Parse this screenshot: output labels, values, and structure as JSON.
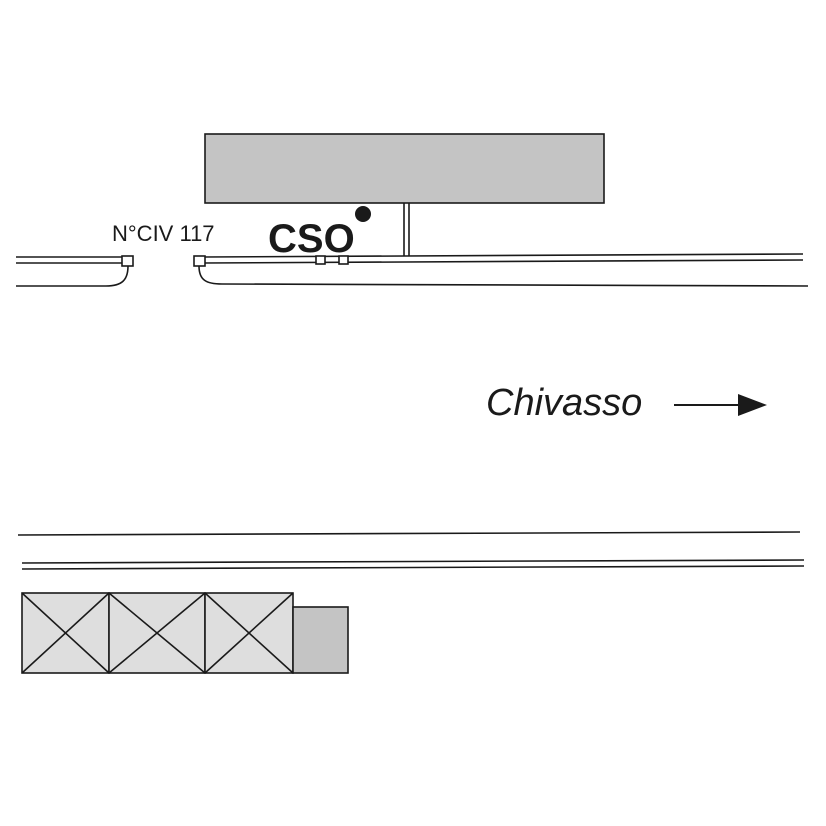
{
  "labels": {
    "civic_number": "N°CIV 117",
    "cso": "CSO",
    "direction": "Chivasso"
  },
  "colors": {
    "line": "#1a1a1a",
    "building_dark": "#c4c4c4",
    "building_light": "#dedede",
    "background": "#ffffff"
  }
}
